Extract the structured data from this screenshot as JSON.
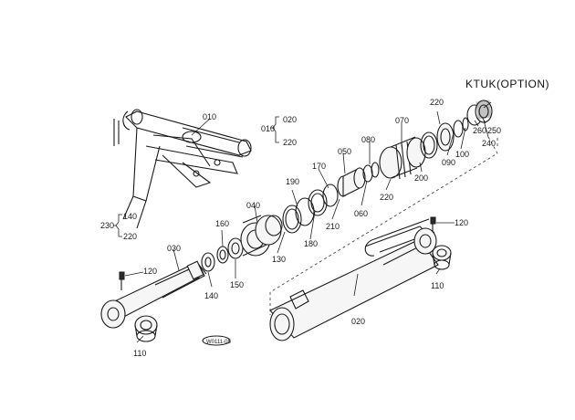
{
  "option_title": "KTUK(OPTION)",
  "footer_code": "W0111-05",
  "group_010": {
    "label": "010",
    "items": [
      "020",
      "220"
    ]
  },
  "group_230": {
    "label": "230",
    "items": [
      "140",
      "220"
    ]
  },
  "parts": {
    "p010": "010",
    "p020": "020",
    "p030": "030",
    "p040": "040",
    "p050": "050",
    "p060": "060",
    "p070": "070",
    "p080": "080",
    "p090": "090",
    "p100": "100",
    "p110a": "110",
    "p110b": "110",
    "p120a": "120",
    "p120b": "120",
    "p130": "130",
    "p140": "140",
    "p150": "150",
    "p160": "160",
    "p170": "170",
    "p180": "180",
    "p190": "190",
    "p200": "200",
    "p210": "210",
    "p220a": "220",
    "p220b": "220",
    "p240": "240",
    "p250": "250",
    "p260": "260"
  }
}
